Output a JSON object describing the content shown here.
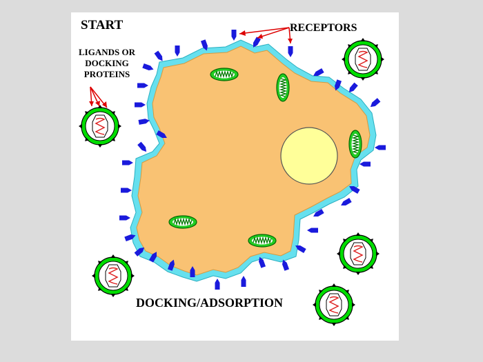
{
  "labels": {
    "start": "START",
    "receptors": "RECEPTORS",
    "ligands_line1": "LIGANDS OR",
    "ligands_line2": "DOCKING",
    "ligands_line3": "PROTEINS",
    "docking": "DOCKING/ADSORPTION"
  },
  "colors": {
    "background": "#dcdcdc",
    "panel": "#ffffff",
    "cytoplasm": "#f9c273",
    "membrane": "#66e0ee",
    "receptor": "#1a1adc",
    "nucleus": "#ffff99",
    "mitochondria": "#22cc22",
    "virus_capsid": "#00dd00",
    "arrow": "#dd0000"
  },
  "icons": {
    "virus": "virus-particle-icon",
    "receptor": "receptor-icon",
    "mitochondrion": "mitochondrion-icon"
  }
}
